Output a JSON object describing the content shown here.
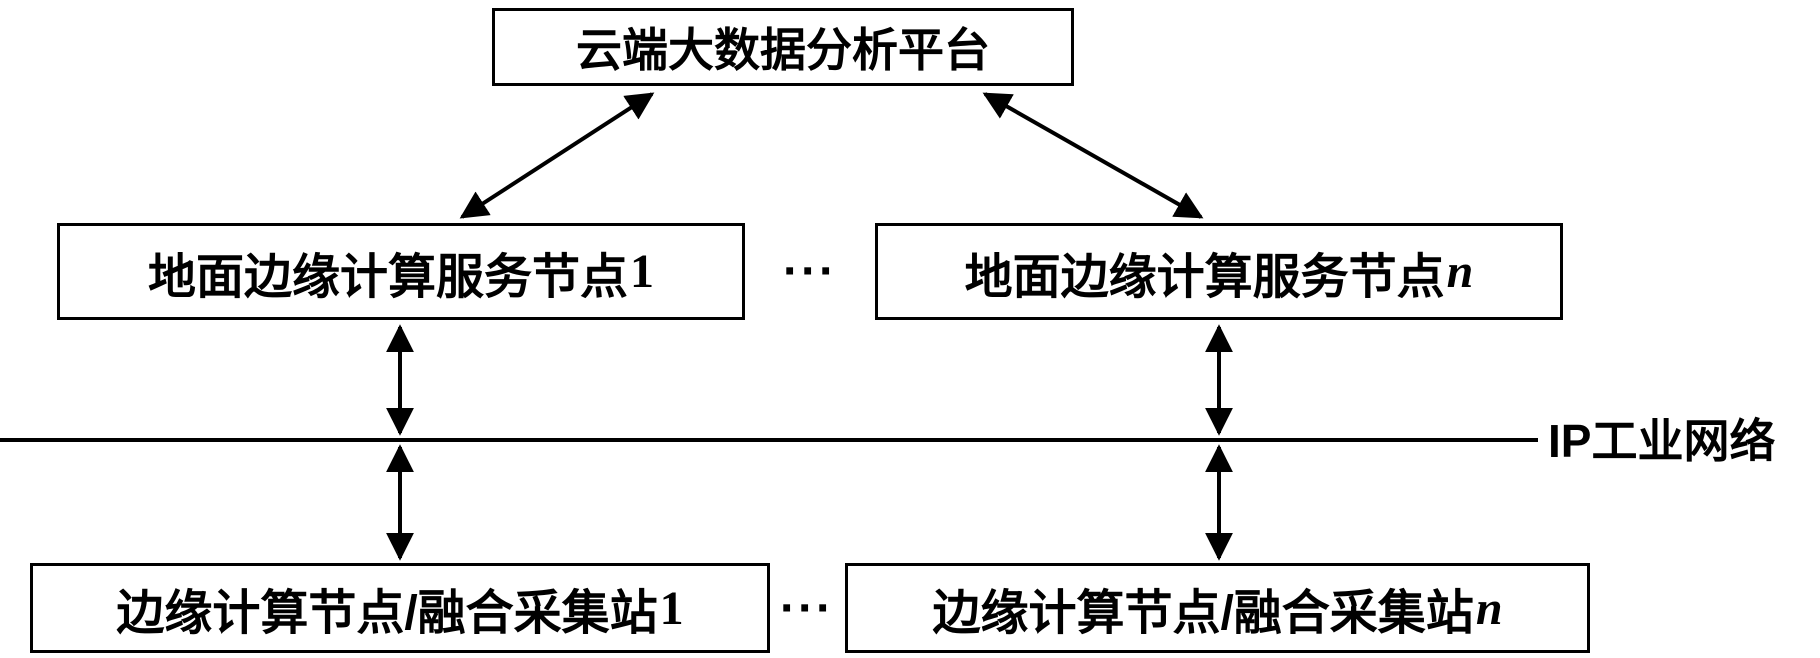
{
  "diagram": {
    "nodes": {
      "cloud": {
        "label": "云端大数据分析平台"
      },
      "ground_edge_1": {
        "prefix": "地面边缘计算服务节点",
        "index": "1"
      },
      "ground_edge_n": {
        "prefix": "地面边缘计算服务节点",
        "index": "n"
      },
      "edge_station_1": {
        "prefix": "边缘计算节点/融合采集站",
        "index": "1"
      },
      "edge_station_n": {
        "prefix": "边缘计算节点/融合采集站",
        "index": "n"
      }
    },
    "ellipsis": "···",
    "network_label": "IP工业网络"
  }
}
